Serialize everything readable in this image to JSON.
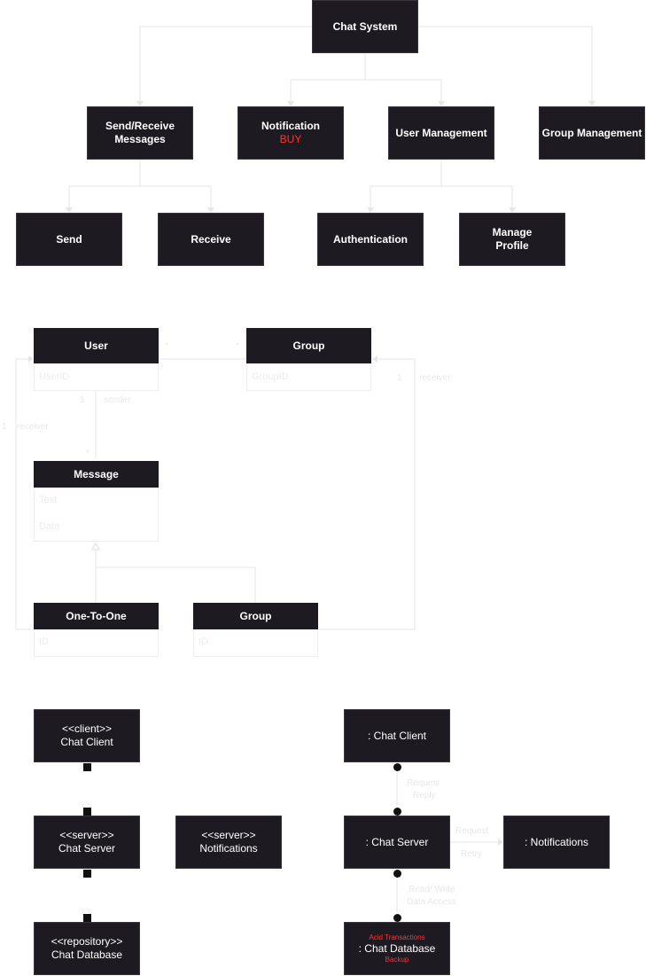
{
  "tree": {
    "root": "Chat System",
    "send_receive": "Send/Receive Messages",
    "notification": "Notification",
    "notification_tag": "BUY",
    "user_mgmt": "User Management",
    "group_mgmt": "Group Management",
    "send": "Send",
    "receive": "Receive",
    "authentication": "Authentication",
    "manage_profile": "Manage Profile"
  },
  "classes": {
    "user": {
      "name": "User",
      "attr": "UserID"
    },
    "group": {
      "name": "Group",
      "attr": "GroupID"
    },
    "message": {
      "name": "Message",
      "attr1": "Text",
      "attr2": "Date"
    },
    "one_to_one": {
      "name": "One-To-One",
      "attr": "ID"
    },
    "group_msg": {
      "name": "Group",
      "attr": "ID"
    },
    "mult_star_user": "*",
    "mult_star_group": "*",
    "mult_one_sender": "1",
    "role_sender": "sender",
    "mult_star_message": "*",
    "mult_one_receiver_left": "1",
    "role_receiver_left": "receiver",
    "mult_one_receiver_right": "1",
    "role_receiver_right": "receiver"
  },
  "components": {
    "client_stereo": "<<client>>",
    "client_name": "Chat Client",
    "server_stereo": "<<server>>",
    "server_name": "Chat Server",
    "notif_stereo": "<<server>>",
    "notif_name": "Notifications",
    "repo_stereo": "<<repository>>",
    "repo_name": "Chat Database"
  },
  "deployment": {
    "client": ": Chat Client",
    "server": ": Chat Server",
    "notifications": ": Notifications",
    "database": ": Chat Database",
    "db_top_note": "Acid Transactions",
    "db_bottom_note": "Backup",
    "request_reply_1": "Request",
    "request_reply_2": "Reply",
    "notif_request": "Request",
    "notif_retry": "Retry",
    "db_access_1": "Read/ Write",
    "db_access_2": "Data Access"
  }
}
